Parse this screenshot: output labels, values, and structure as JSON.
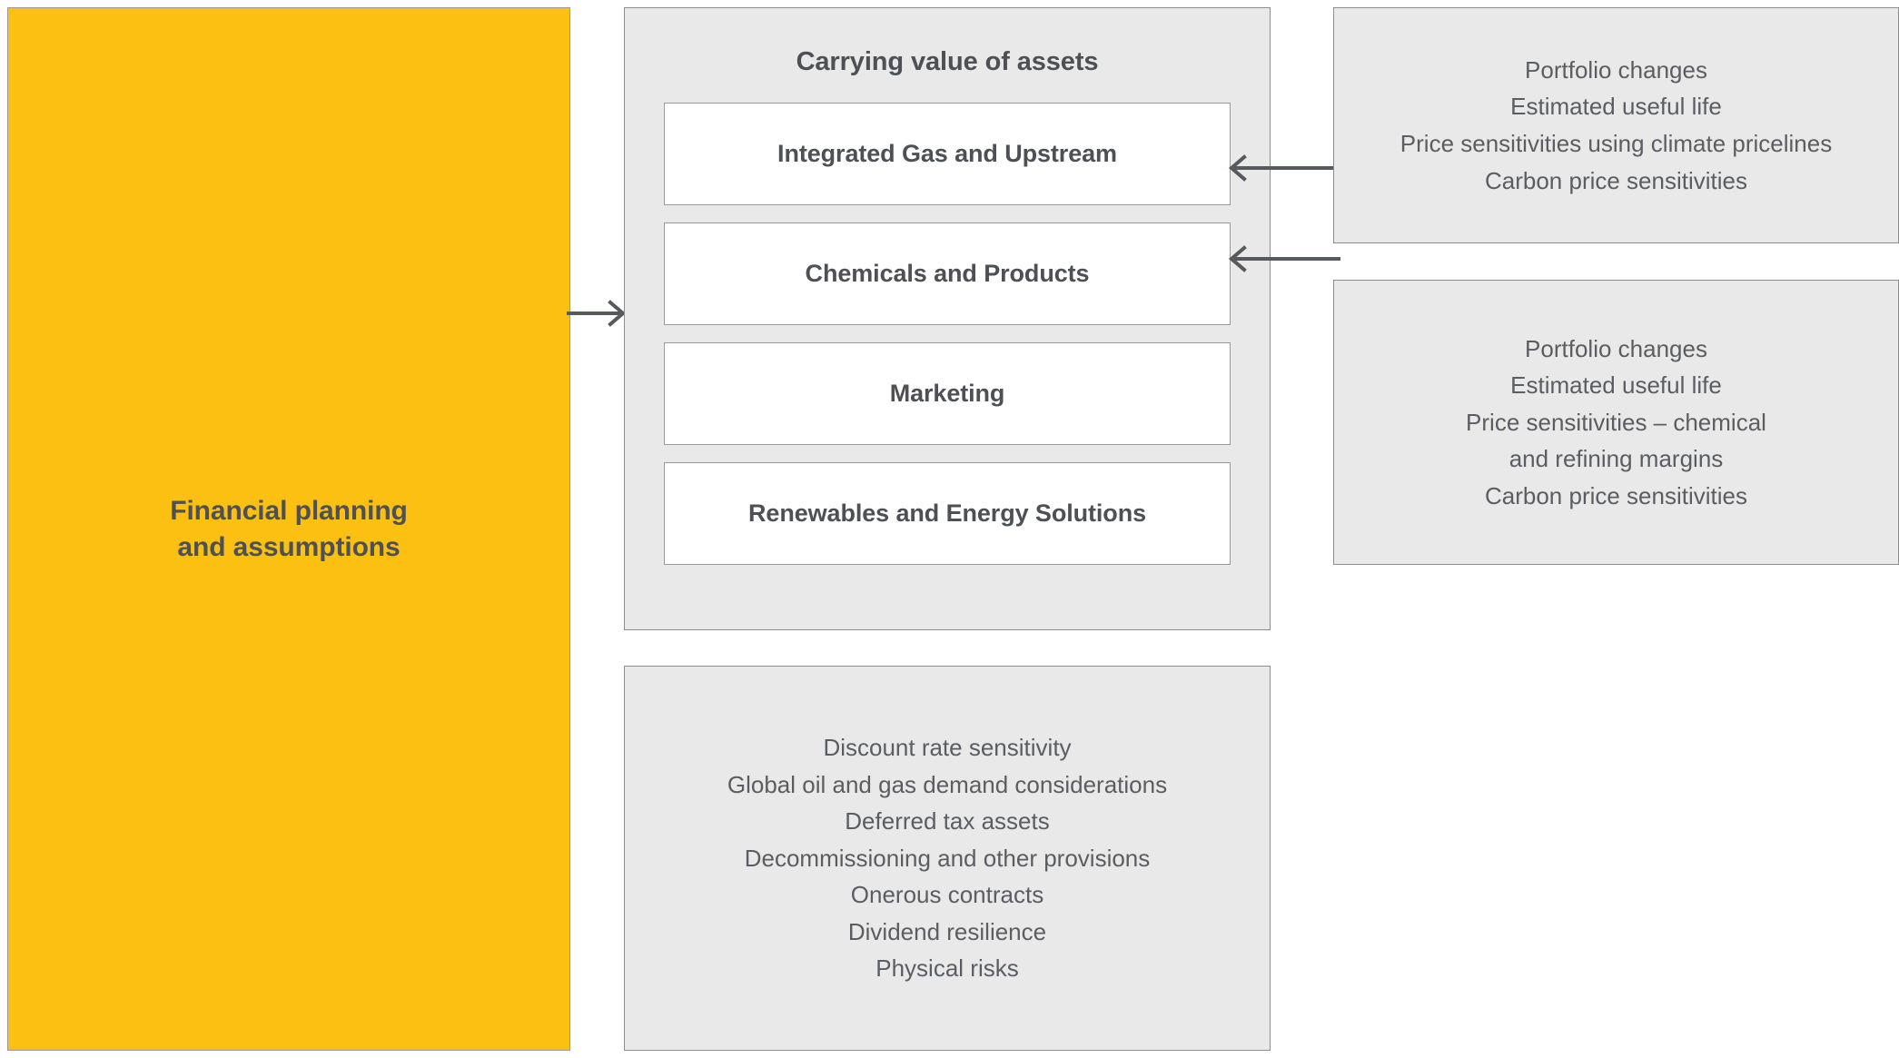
{
  "diagram": {
    "left_panel": {
      "label": "Financial planning\nand assumptions",
      "label_line_1": "Financial planning",
      "label_line_2": "and assumptions",
      "background_color": "#FBC011",
      "text_color": "#4D5055"
    },
    "center_panel": {
      "title": "Carrying value of assets",
      "background_color": "#E9E9E9",
      "assets": [
        {
          "label": "Integrated Gas and Upstream"
        },
        {
          "label": "Chemicals and Products"
        },
        {
          "label": "Marketing"
        },
        {
          "label": "Renewables and Energy Solutions"
        }
      ]
    },
    "right_panel_upper": {
      "items": [
        "Portfolio changes",
        "Estimated useful life",
        "Price sensitivities using climate pricelines",
        "Carbon price sensitivities"
      ]
    },
    "right_panel_lower": {
      "items": [
        "Portfolio changes",
        "Estimated useful life",
        "Price sensitivities – chemical",
        "and refining margins",
        "Carbon price sensitivities"
      ]
    },
    "bottom_panel": {
      "items": [
        "Discount rate sensitivity",
        "Global oil and gas demand considerations",
        "Deferred tax assets",
        "Decommissioning and other provisions",
        "Onerous contracts",
        "Dividend resilience",
        "Physical risks"
      ]
    },
    "connectors": [
      {
        "name": "financial-planning-to-carrying-value",
        "direction": "right"
      },
      {
        "name": "upper-assumptions-to-integrated-gas-and-upstream",
        "direction": "left"
      },
      {
        "name": "lower-assumptions-to-chemicals-and-products",
        "direction": "left"
      }
    ],
    "colors": {
      "accent_yellow": "#FBC011",
      "panel_grey": "#E9E9E9",
      "text_dark": "#4D5055",
      "text_body": "#5A5D62",
      "border_grey": "#8D8D8D",
      "arrow_grey": "#565A5E"
    }
  }
}
